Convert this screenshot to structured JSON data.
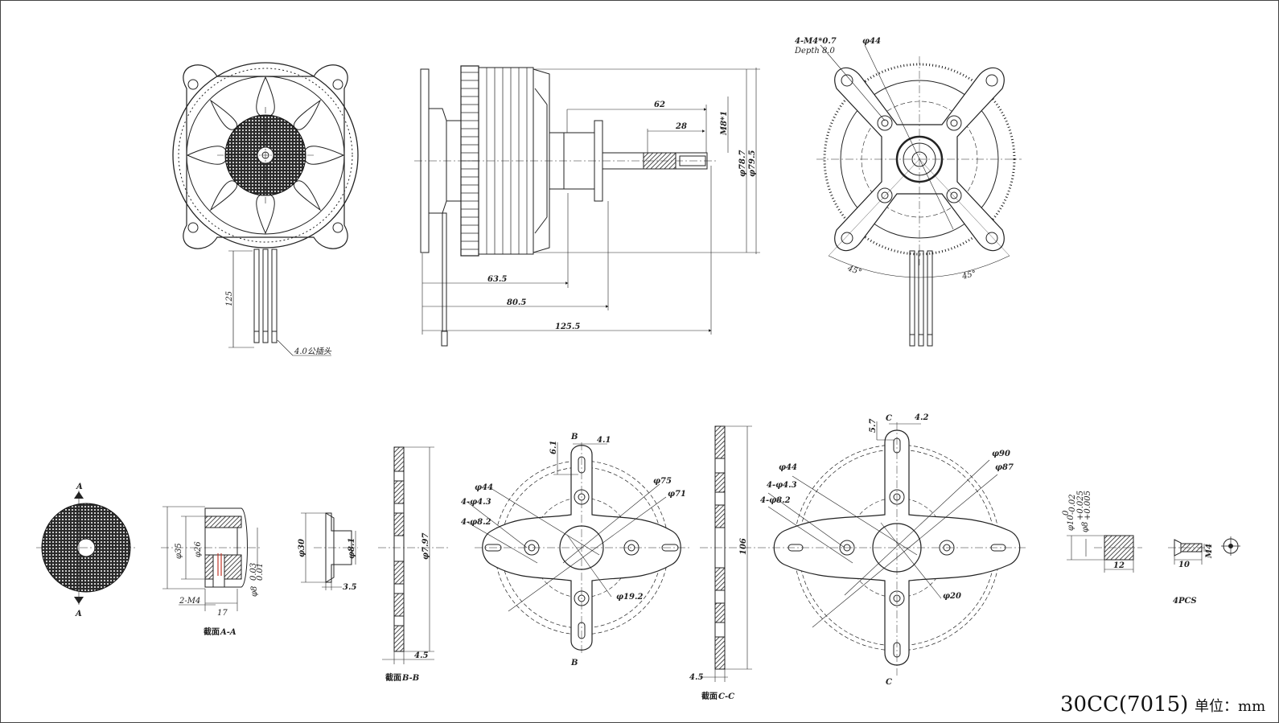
{
  "title_block": {
    "model": "30CC(7015)",
    "unit": "单位：mm"
  },
  "front_view": {
    "lead_length": "125",
    "connector": "4.0公插头"
  },
  "side_view": {
    "d1": "62",
    "d2": "28",
    "thread": "M8*1",
    "dia1": "φ78.7",
    "dia2": "φ79.5",
    "l1": "63.5",
    "l2": "80.5",
    "l3": "125.5"
  },
  "rear_view": {
    "holes": "4-M4*0.7",
    "depth": "Depth 8.0",
    "pcd": "φ44",
    "angle_left": "45°",
    "angle_right": "45°"
  },
  "hub": {
    "section_mark_top": "A",
    "section_mark_bottom": "A"
  },
  "section_aa": {
    "dia": "φ35",
    "bore": "φ26",
    "tap": "2-M4",
    "len": "17",
    "shaft": "φ8",
    "tol_upper": "0.03",
    "tol_lower": "0.01",
    "caption_cn": "截面",
    "caption_id": "A-A"
  },
  "collet": {
    "od": "φ30",
    "id": "φ8.1",
    "thk": "3.5"
  },
  "section_bb": {
    "dia": "φ7.97",
    "thk": "4.5",
    "caption_cn": "截面",
    "caption_id": "B-B"
  },
  "mount_b": {
    "mark_top": "B",
    "mark_bottom": "B",
    "offset": "6.1",
    "slot": "4.1",
    "pcd44": "φ44",
    "hole43": "4-φ4.3",
    "hole82": "4-φ8.2",
    "d75": "φ75",
    "d71": "φ71",
    "d192": "φ19.2"
  },
  "section_cc": {
    "dia": "106",
    "thk": "4.5",
    "caption_cn": "截面",
    "caption_id": "C-C"
  },
  "mount_c": {
    "mark_top": "C",
    "mark_bottom": "C",
    "offset": "5.7",
    "slot": "4.2",
    "pcd44": "φ44",
    "hole43": "4-φ4.3",
    "hole82": "4-φ8.2",
    "d90": "φ90",
    "d87": "φ87",
    "d20": "φ20"
  },
  "spacer": {
    "od_main": "φ10",
    "od_tol_main": "0",
    "od_tol_sub": "-0.02",
    "id_main": "φ8",
    "id_tol_upper": "+0.025",
    "id_tol_lower": "+0.005",
    "len": "12"
  },
  "screw": {
    "len": "10",
    "thread": "M4",
    "qty": "4PCS"
  }
}
